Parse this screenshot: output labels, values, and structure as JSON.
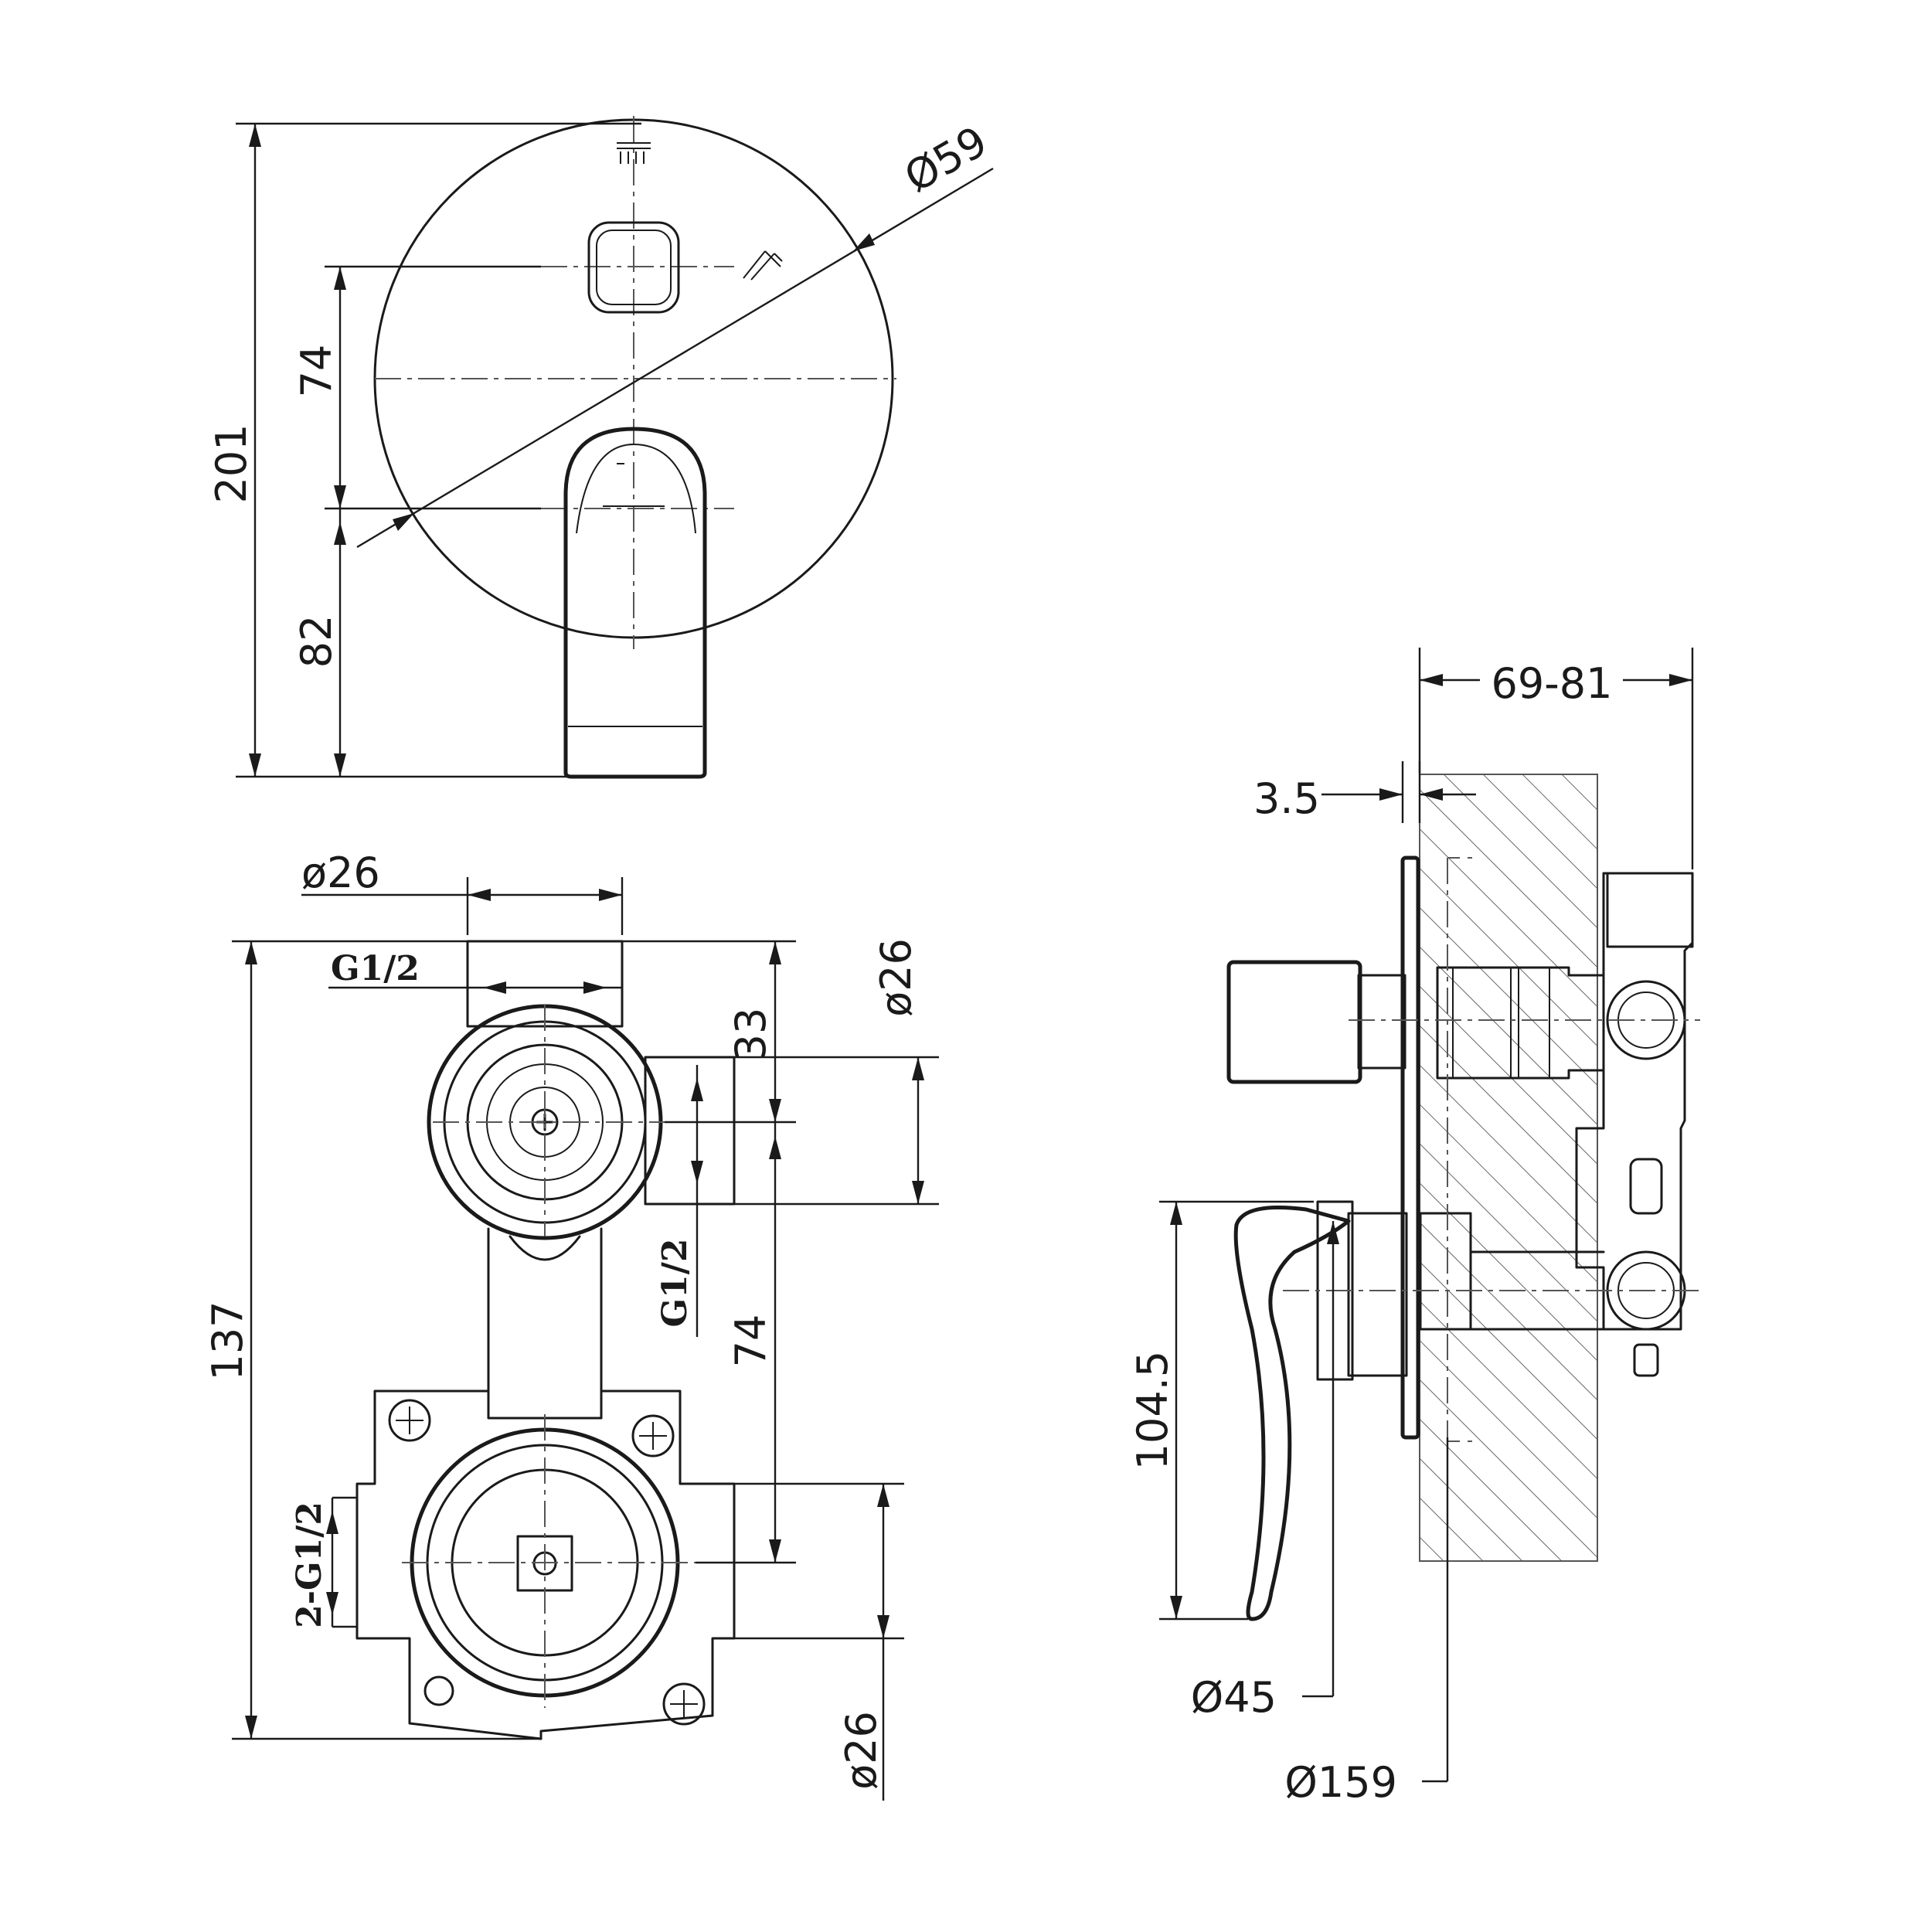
{
  "front_view": {
    "height_total": "201",
    "upper_offset": "74",
    "lower_offset": "82",
    "plate_diameter": "Ø59"
  },
  "valve_body": {
    "port_top_diameter": "ø26",
    "top_thread": "G1/2",
    "offset_33": "33",
    "side_port_diameter": "ø26",
    "side_thread": "G1/2",
    "offset_74": "74",
    "overall_height": "137",
    "bottom_thread": "2-G1/2",
    "bottom_port_diameter": "ø26"
  },
  "side_view": {
    "depth_range": "69-81",
    "plate_thickness": "3.5",
    "lever_height": "104.5",
    "handle_diameter": "Ø45",
    "plate_diameter_outer": "Ø159"
  }
}
